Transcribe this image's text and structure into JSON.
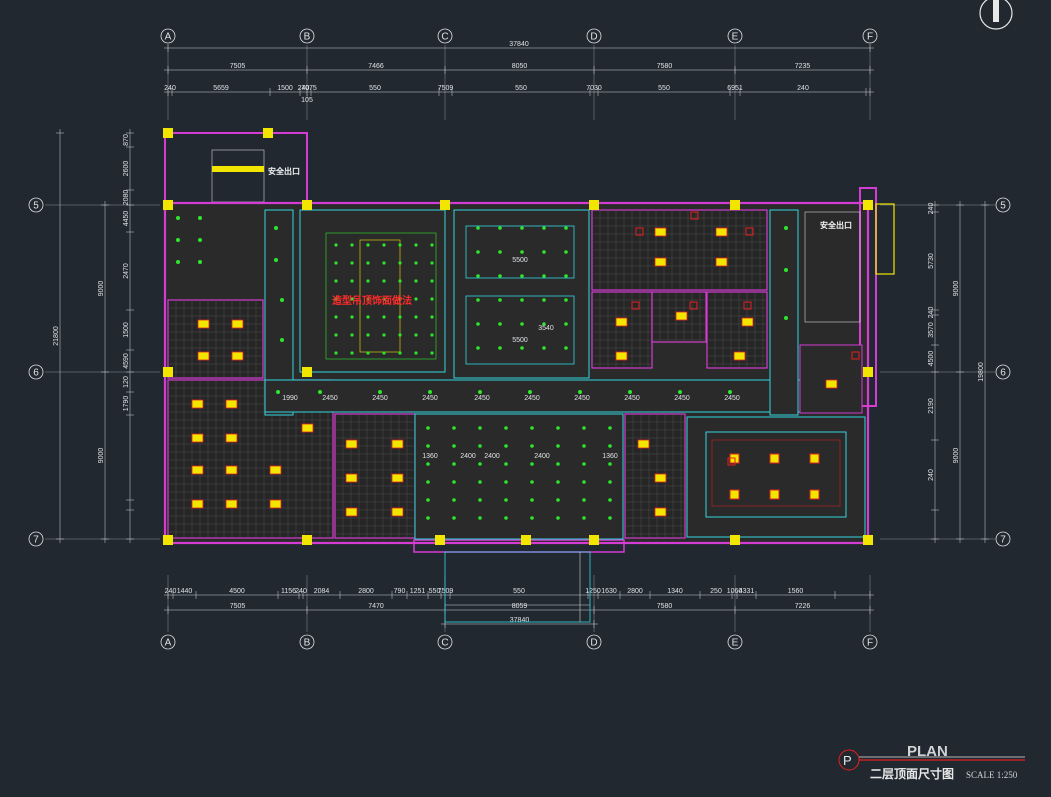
{
  "drawing": {
    "axes_letters": [
      "A",
      "B",
      "C",
      "D",
      "E",
      "F"
    ],
    "axes_numbers": [
      "5",
      "6",
      "7"
    ],
    "top_total": "37840",
    "bottom_total": "37840",
    "top_spans": [
      "7505",
      "7466",
      "8050",
      "7580",
      "7235"
    ],
    "top_sub": [
      "240",
      "5659",
      "1500",
      "240",
      "7075",
      "550",
      "7509",
      "550",
      "7030",
      "550",
      "6951",
      "240"
    ],
    "top_small": "105",
    "bottom_sub": [
      "240",
      "1440",
      "4500",
      "1156",
      "240",
      "2084",
      "2800",
      "790",
      "1251",
      "550",
      "7509",
      "550",
      "1250",
      "1630",
      "2800",
      "1340",
      "250",
      "1060",
      "4331",
      "1560"
    ],
    "bottom_spans": [
      "7505",
      "7470",
      "8059",
      "7580",
      "7226"
    ],
    "left_dims": [
      "870",
      "2600",
      "2080",
      "4450",
      "2470",
      "1500",
      "4590",
      "120",
      "1790"
    ],
    "left_spans": [
      "9000",
      "9000"
    ],
    "left_total": "21800",
    "right_dims": [
      "240",
      "5730",
      "240",
      "3570",
      "4500",
      "2190",
      "240"
    ],
    "right_spans": [
      "9000",
      "9000"
    ],
    "right_total": "19800",
    "room_dims": [
      "2450",
      "2450",
      "2450",
      "2450",
      "2450",
      "2450",
      "2450",
      "2450",
      "2450",
      "1990",
      "2400",
      "2400",
      "2400",
      "1360",
      "1360",
      "5500",
      "5500",
      "3540"
    ],
    "exit_sign_left": "安全出口",
    "exit_sign_right": "安全出口",
    "red_note": "造型吊顶饰面做法"
  },
  "title_block": {
    "circle_letter": "P",
    "title": "PLAN",
    "subtitle": "二层顶面尺寸图",
    "scale": "SCALE 1:250"
  },
  "colors": {
    "background": "#212830",
    "wall": "#d43cd4",
    "ceiling_grid": "#33d6e0",
    "column": "#f2e600",
    "light_fixture": "#2ee62e",
    "accent_red": "#e42020",
    "dimension": "#dfe3e6"
  },
  "icons": [
    "north-arrow-icon",
    "plan-circle-icon"
  ]
}
